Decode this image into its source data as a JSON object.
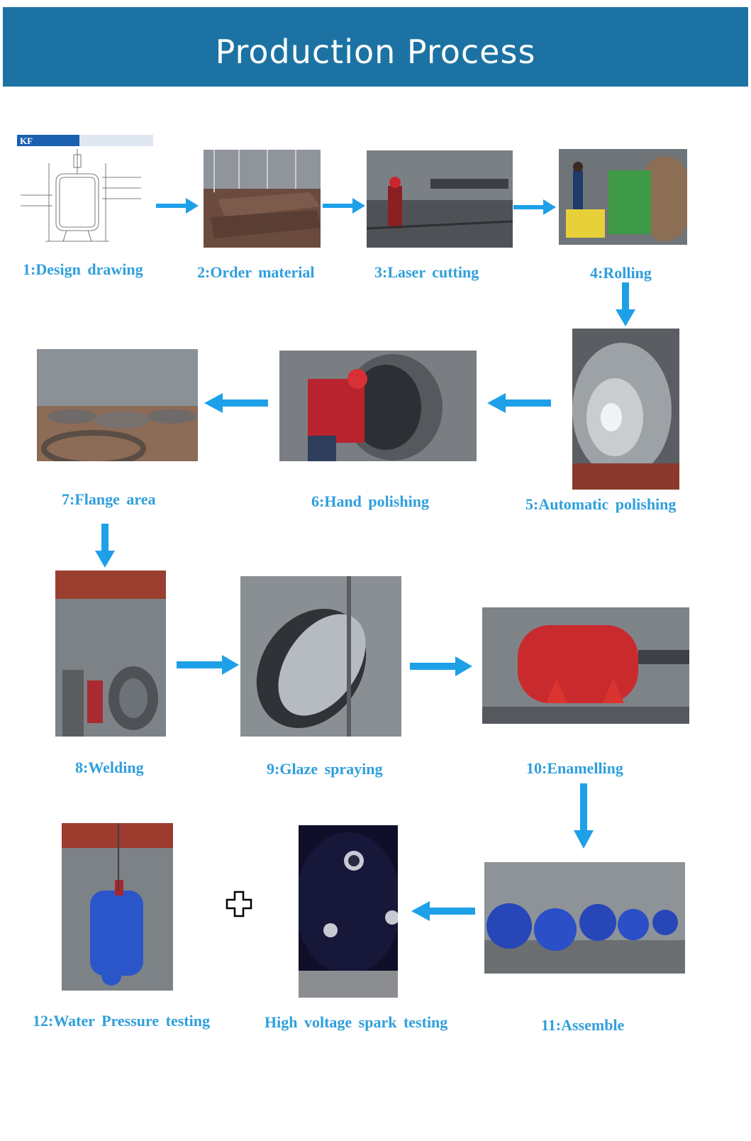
{
  "header": {
    "title": "Production Process"
  },
  "colors": {
    "banner": "#1c73a3",
    "label": "#2f9fdc",
    "arrow": "#1ea0e8"
  },
  "steps": [
    {
      "label": "1:Design  drawing",
      "drawing_heading": "KF",
      "icon": "design-drawing-icon"
    },
    {
      "label": "2:Order  material",
      "icon": "steel-plates-icon"
    },
    {
      "label": "3:Laser  cutting",
      "icon": "laser-cutting-icon"
    },
    {
      "label": "4:Rolling",
      "icon": "rolling-machine-icon"
    },
    {
      "label": "5:Automatic  polishing",
      "icon": "polished-shell-icon"
    },
    {
      "label": "6:Hand  polishing",
      "icon": "hand-polishing-icon"
    },
    {
      "label": "7:Flange  area",
      "icon": "flange-heads-icon"
    },
    {
      "label": "8:Welding",
      "icon": "welding-icon"
    },
    {
      "label": "9:Glaze  spraying",
      "icon": "glaze-spraying-icon"
    },
    {
      "label": "10:Enamelling",
      "icon": "enamelling-icon"
    },
    {
      "label": "11:Assemble",
      "icon": "assembled-reactors-icon"
    },
    {
      "label": "12:Water  Pressure  testing",
      "icon": "water-pressure-icon"
    },
    {
      "label": "High  voltage  spark  testing",
      "icon": "spark-testing-icon"
    }
  ],
  "connector": {
    "icon": "plus-icon"
  }
}
